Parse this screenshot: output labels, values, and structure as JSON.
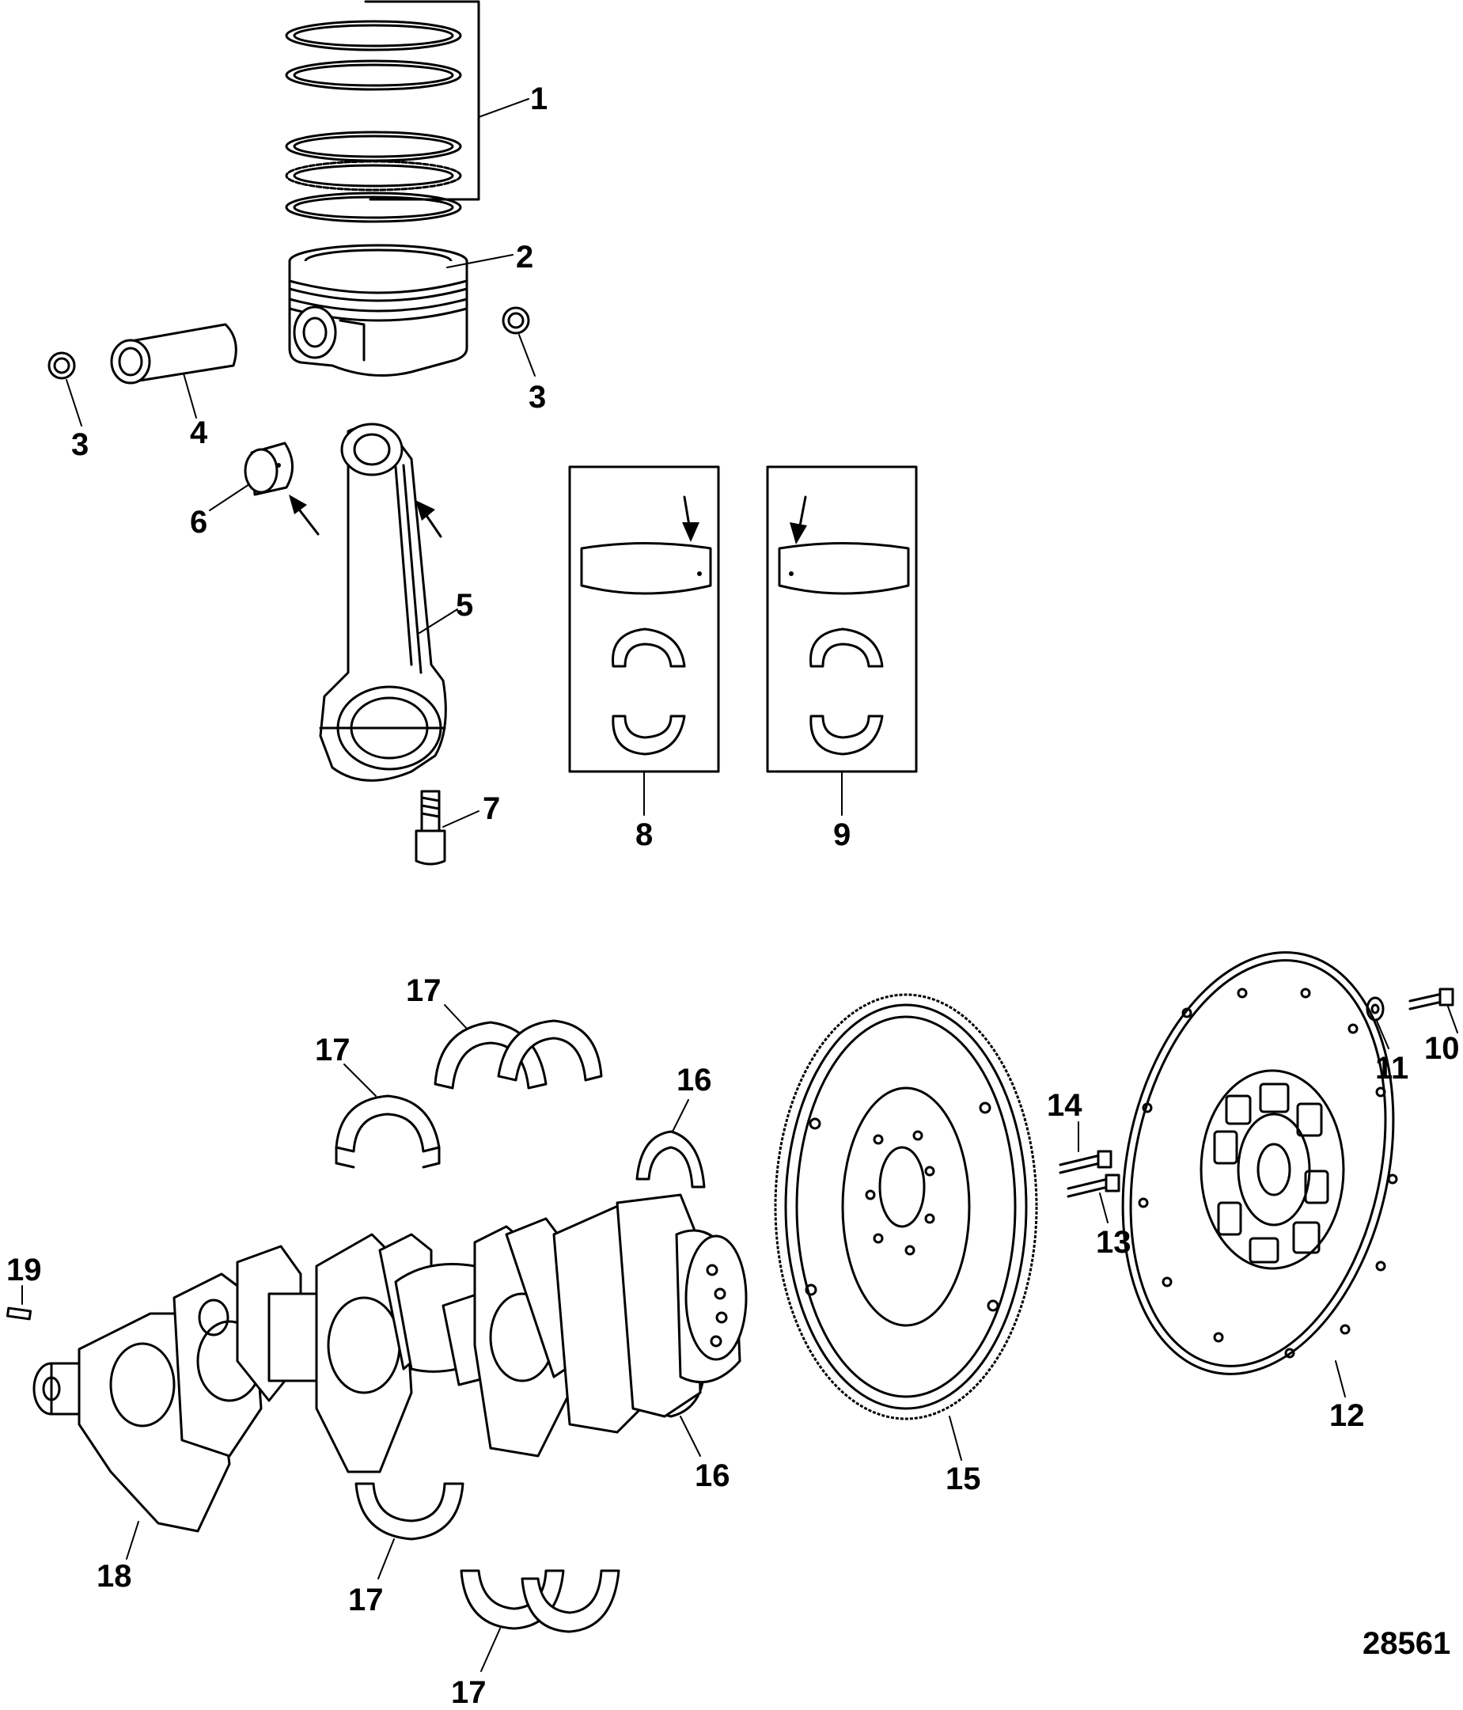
{
  "figure_id": "28561",
  "callouts": [
    {
      "id": "c1",
      "text": "1"
    },
    {
      "id": "c2",
      "text": "2"
    },
    {
      "id": "c3a",
      "text": "3"
    },
    {
      "id": "c3b",
      "text": "3"
    },
    {
      "id": "c4",
      "text": "4"
    },
    {
      "id": "c5",
      "text": "5"
    },
    {
      "id": "c6",
      "text": "6"
    },
    {
      "id": "c7",
      "text": "7"
    },
    {
      "id": "c8",
      "text": "8"
    },
    {
      "id": "c9",
      "text": "9"
    },
    {
      "id": "c10",
      "text": "10"
    },
    {
      "id": "c11",
      "text": "11"
    },
    {
      "id": "c12",
      "text": "12"
    },
    {
      "id": "c13",
      "text": "13"
    },
    {
      "id": "c14",
      "text": "14"
    },
    {
      "id": "c15",
      "text": "15"
    },
    {
      "id": "c16a",
      "text": "16"
    },
    {
      "id": "c16b",
      "text": "16"
    },
    {
      "id": "c17a",
      "text": "17"
    },
    {
      "id": "c17b",
      "text": "17"
    },
    {
      "id": "c17c",
      "text": "17"
    },
    {
      "id": "c17d",
      "text": "17"
    },
    {
      "id": "c18",
      "text": "18"
    },
    {
      "id": "c19",
      "text": "19"
    }
  ]
}
